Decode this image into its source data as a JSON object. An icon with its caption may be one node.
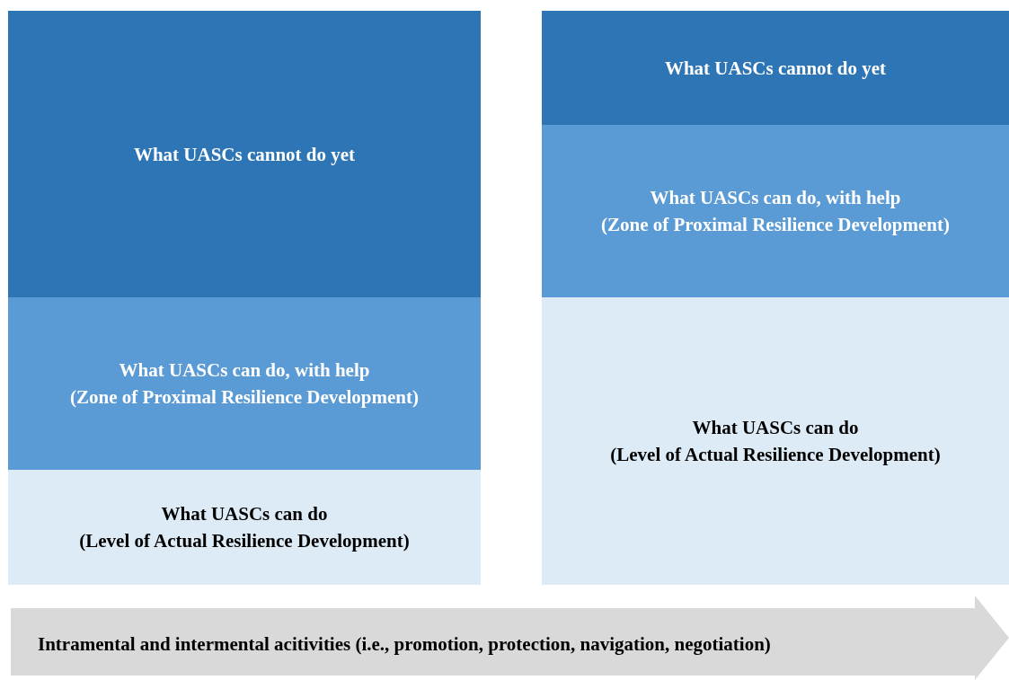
{
  "diagram": {
    "nodes": [
      {
        "text": [
          "What UASCs cannot do yet"
        ]
      },
      {
        "text": [
          "What UASCs can do, with help",
          "(Zone of Proximal Resilience Development)"
        ]
      },
      {
        "text": [
          "What UASCs can do",
          "(Level of Actual Resilience Development)"
        ]
      },
      {
        "text": [
          "What UASCs cannot do yet"
        ]
      },
      {
        "text": [
          "What UASCs can do, with help",
          "(Zone of Proximal Resilience Development)"
        ]
      },
      {
        "text": [
          "What UASCs can do",
          "(Level of Actual Resilience Development)"
        ]
      },
      {
        "text": [
          "Intramental and intermental acitivities (i.e., promotion, protection, navigation, negotiation)"
        ]
      }
    ]
  }
}
